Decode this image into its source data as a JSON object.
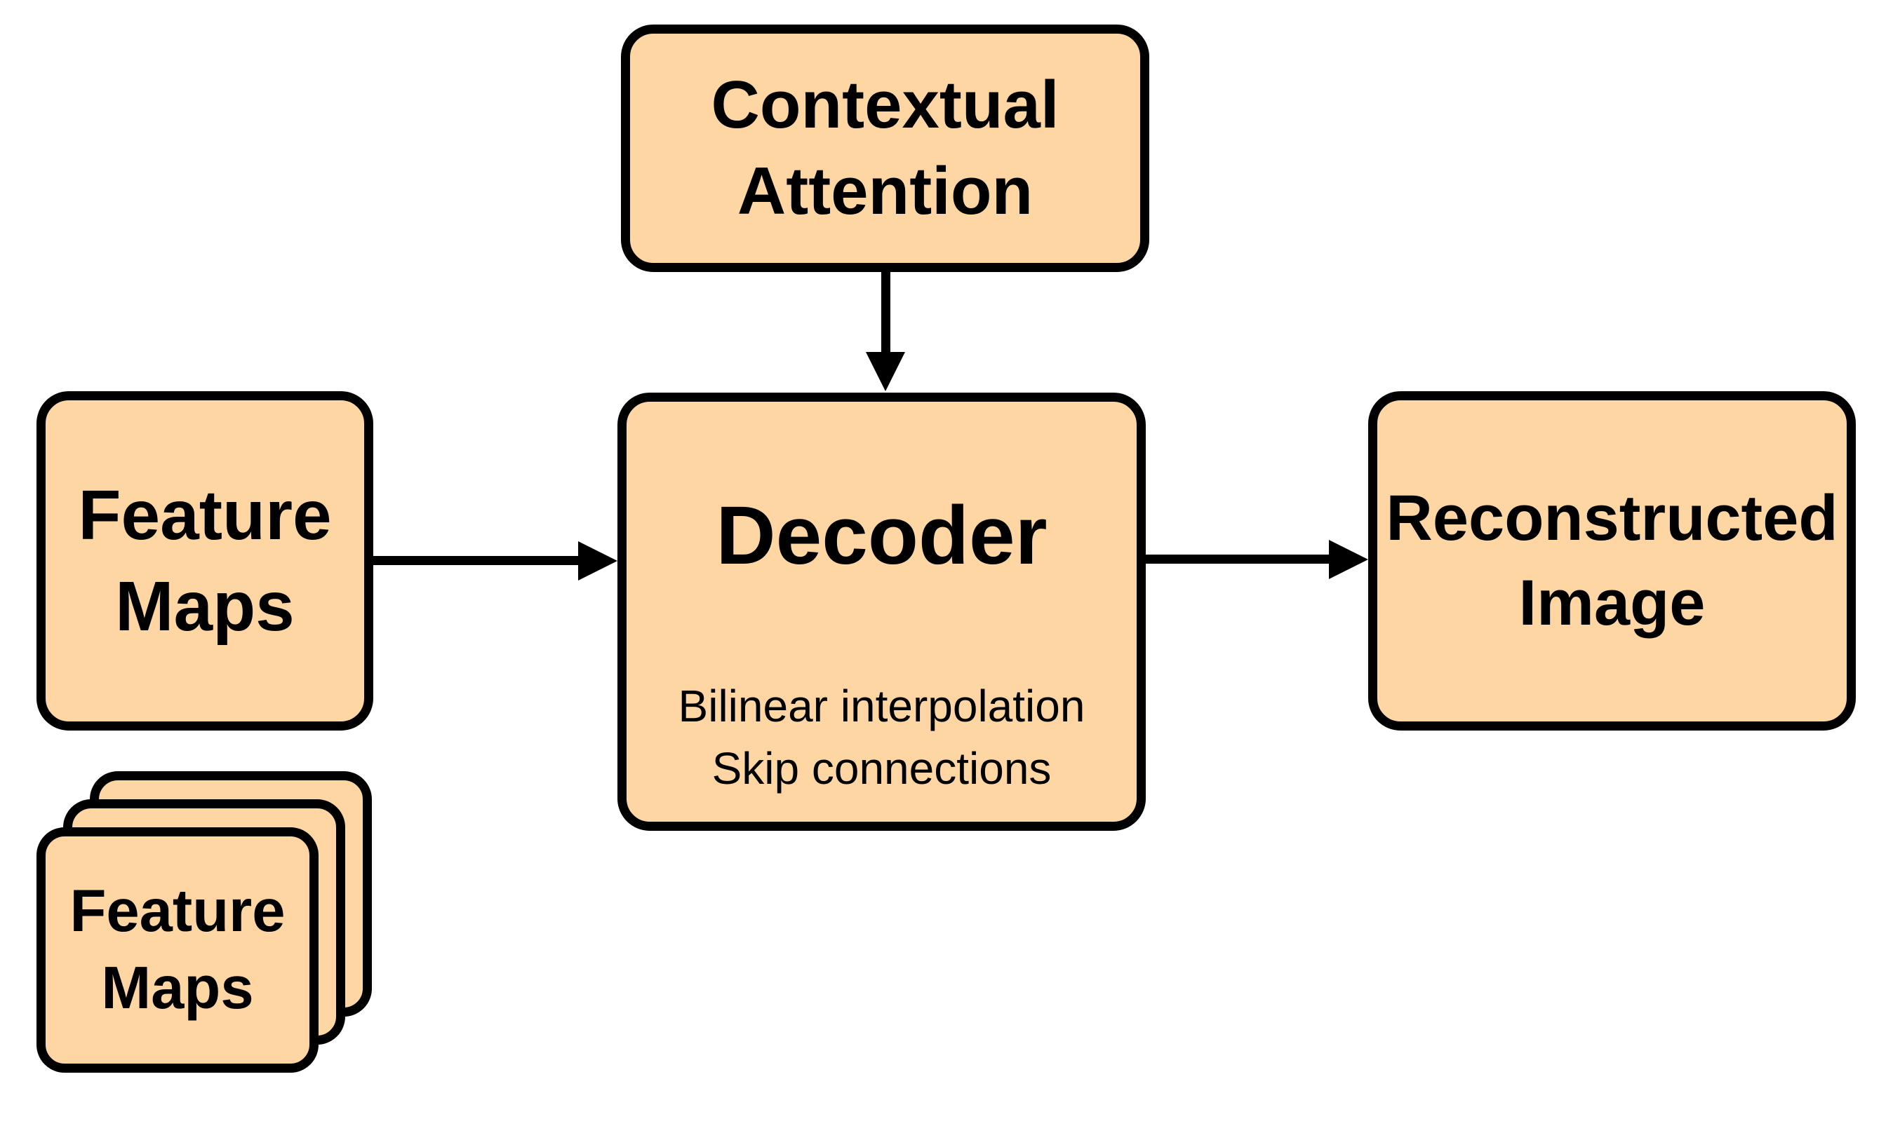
{
  "style": {
    "box_fill": "#fdd6a3",
    "box_border": "#000000",
    "text_color": "#000000",
    "arrow_color": "#000000",
    "page_background": "#ffffff"
  },
  "nodes": {
    "contextual_attention": {
      "line1": "Contextual",
      "line2": "Attention"
    },
    "decoder": {
      "title": "Decoder",
      "subtitle_line1": "Bilinear interpolation",
      "subtitle_line2": "Skip connections"
    },
    "feature_maps": {
      "line1": "Feature",
      "line2": "Maps"
    },
    "feature_maps_stack": {
      "line1": "Feature",
      "line2": "Maps"
    },
    "reconstructed_image": {
      "line1": "Reconstructed",
      "line2": "Image"
    }
  },
  "arrows": [
    {
      "name": "contextual-attention-to-decoder",
      "direction": "down"
    },
    {
      "name": "feature-maps-to-decoder",
      "direction": "right"
    },
    {
      "name": "decoder-to-reconstructed-image",
      "direction": "right"
    }
  ]
}
